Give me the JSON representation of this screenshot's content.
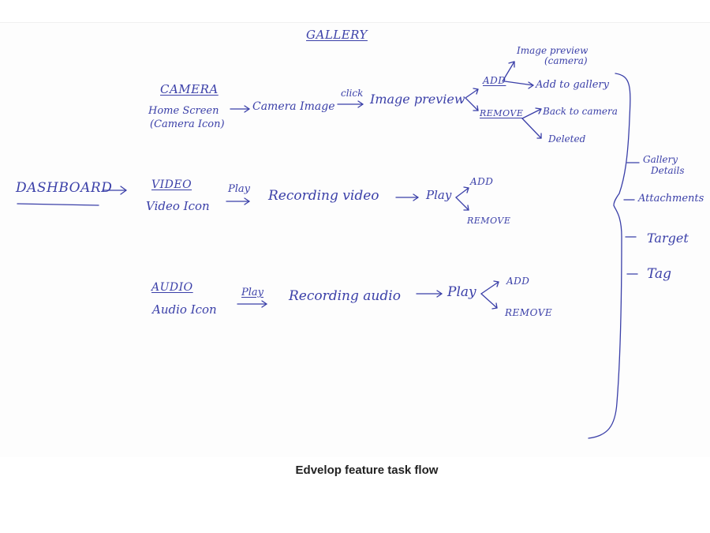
{
  "title": "GALLERY",
  "dashboard": "DASHBOARD",
  "camera": {
    "heading": "CAMERA",
    "source_line1": "Home Screen",
    "source_line2": "(Camera Icon)",
    "step1": "Camera Image",
    "click": "click",
    "step2": "Image preview",
    "add": "ADD",
    "remove": "REMOVE",
    "preview_line1": "Image preview",
    "preview_line2": "(camera)",
    "add_to_gallery": "Add to gallery",
    "back_to_camera": "Back to camera",
    "deleted": "Deleted"
  },
  "video": {
    "heading": "VIDEO",
    "source": "Video Icon",
    "play_label": "Play",
    "step1": "Recording video",
    "step2": "Play",
    "add": "ADD",
    "remove": "REMOVE"
  },
  "audio": {
    "heading": "AUDIO",
    "source": "Audio Icon",
    "play_label": "Play",
    "step1": "Recording audio",
    "step2": "Play",
    "add": "ADD",
    "remove": "REMOVE"
  },
  "gallery_items": [
    "Gallery Details",
    "Attachments",
    "Target",
    "Tag"
  ],
  "gallery_item_1_line1": "Gallery",
  "gallery_item_1_line2": "Details",
  "caption": "Edvelop feature task flow"
}
